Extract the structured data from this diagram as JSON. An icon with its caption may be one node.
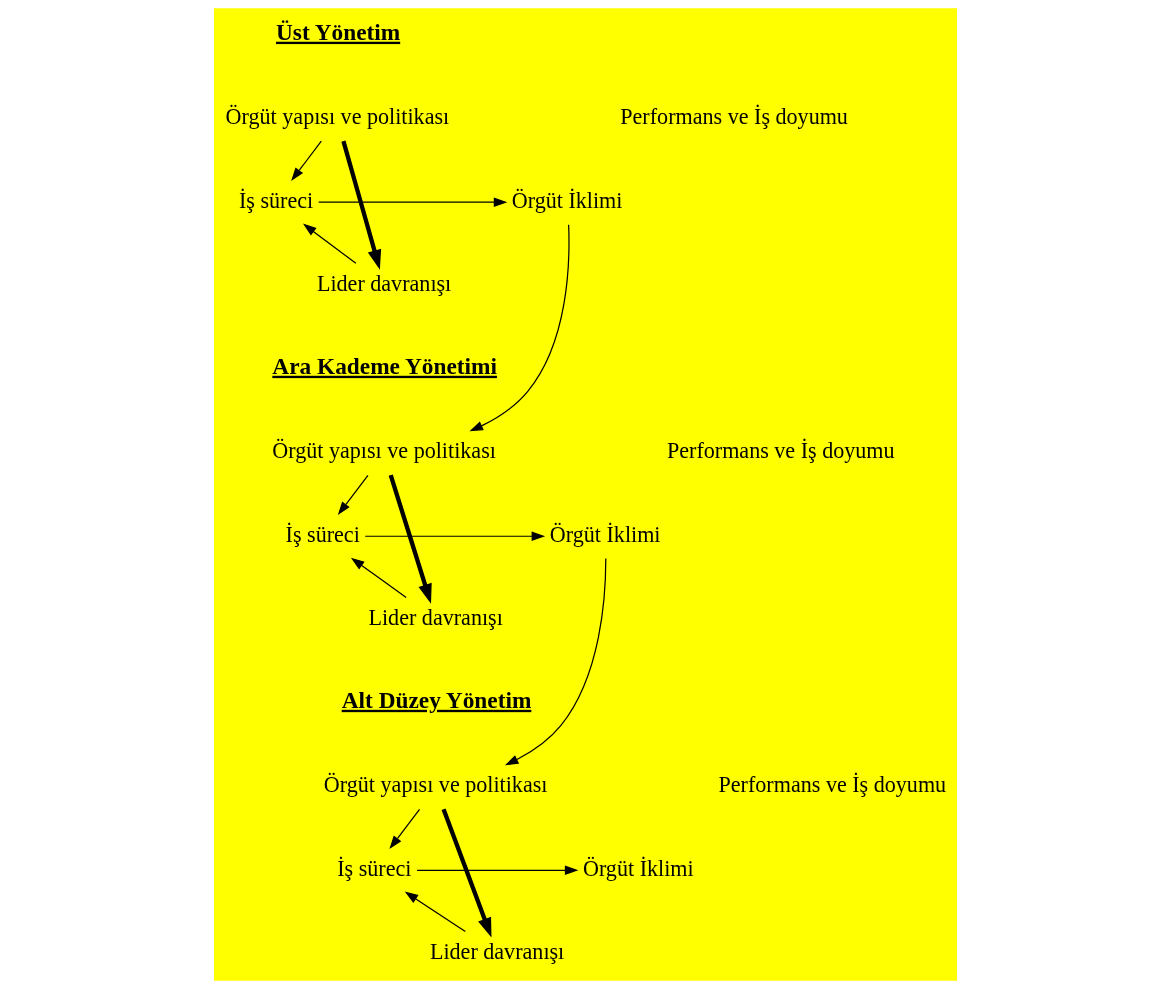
{
  "diagram": {
    "nodes": [
      {
        "text": [
          "Örgüt yapısı ve politikası"
        ]
      },
      {
        "text": [
          "Lider davranışı"
        ]
      },
      {
        "text": [
          "İş süreci"
        ]
      },
      {
        "text": [
          "Örgüt İklimi"
        ]
      },
      {
        "text": [
          "Örgüt yapısı ve politikası"
        ]
      },
      {
        "text": [
          "Lider davranışı"
        ]
      },
      {
        "text": [
          "İş süreci"
        ]
      },
      {
        "text": [
          "Örgüt İklimi"
        ]
      },
      {
        "text": [
          "Örgüt yapısı ve politikası"
        ]
      },
      {
        "text": [
          "Lider davranışı"
        ]
      },
      {
        "text": [
          "İş süreci"
        ]
      },
      {
        "text": [
          "Örgüt İklimi"
        ]
      }
    ],
    "edges": [
      {
        "from": 0,
        "to": 1,
        "arrow": "to",
        "style": "thick"
      },
      {
        "from": 0,
        "to": 2,
        "arrow": "to"
      },
      {
        "from": 1,
        "to": 2,
        "arrow": "to"
      },
      {
        "from": 2,
        "to": 3,
        "arrow": "to"
      },
      {
        "from": 3,
        "to": 4,
        "arrow": "to"
      },
      {
        "from": 4,
        "to": 5,
        "arrow": "to",
        "style": "thick"
      },
      {
        "from": 4,
        "to": 6,
        "arrow": "to"
      },
      {
        "from": 5,
        "to": 6,
        "arrow": "to"
      },
      {
        "from": 6,
        "to": 7,
        "arrow": "to"
      },
      {
        "from": 7,
        "to": 8,
        "arrow": "to"
      },
      {
        "from": 8,
        "to": 9,
        "arrow": "to",
        "style": "thick"
      },
      {
        "from": 8,
        "to": 10,
        "arrow": "to"
      },
      {
        "from": 9,
        "to": 10,
        "arrow": "to"
      },
      {
        "from": 10,
        "to": 11,
        "arrow": "to"
      }
    ],
    "labels": [
      "Üst Yönetim",
      "Performans ve İş doyumu",
      "Ara Kademe Yönetimi",
      "Performans ve İş doyumu",
      "Alt Düzey Yönetim",
      "Performans ve İş doyumu"
    ]
  }
}
